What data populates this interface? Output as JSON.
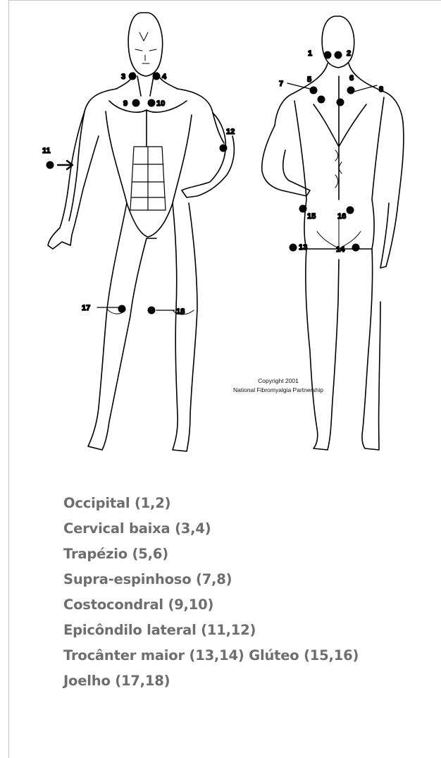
{
  "copyright": {
    "line1": "Copyright 2001",
    "line2": "National Fibromyalgia Partnership"
  },
  "points": [
    {
      "n": "1"
    },
    {
      "n": "2"
    },
    {
      "n": "3"
    },
    {
      "n": "4"
    },
    {
      "n": "5"
    },
    {
      "n": "6"
    },
    {
      "n": "7"
    },
    {
      "n": "8"
    },
    {
      "n": "9"
    },
    {
      "n": "10"
    },
    {
      "n": "11"
    },
    {
      "n": "12"
    },
    {
      "n": "13"
    },
    {
      "n": "14"
    },
    {
      "n": "15"
    },
    {
      "n": "16"
    },
    {
      "n": "17"
    },
    {
      "n": "18"
    }
  ],
  "legend": [
    "Occipital (1,2)",
    "Cervical baixa (3,4)",
    "Trapézio (5,6)",
    "Supra-espinhoso (7,8)",
    "Costocondral (9,10)",
    "Epicôndilo lateral (11,12)",
    "Trocânter maior (13,14) Glúteo (15,16)",
    "Joelho (17,18)"
  ],
  "colors": {
    "legend_text": "#6e6e6e",
    "lines": "#000000",
    "background": "#ffffff"
  }
}
